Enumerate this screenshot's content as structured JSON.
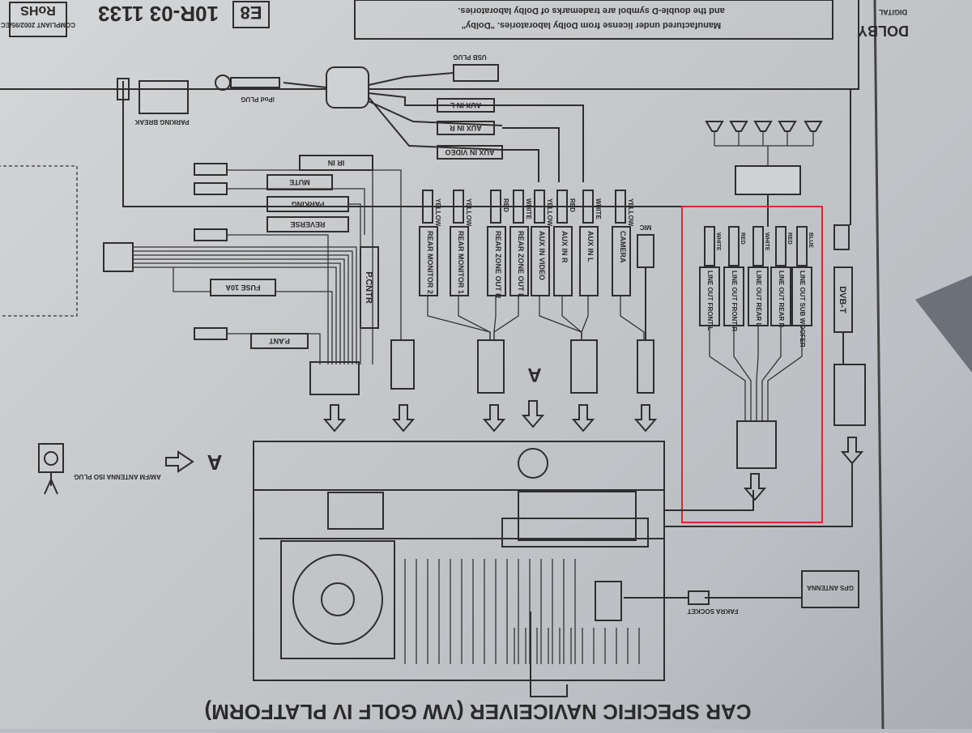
{
  "header": {
    "rohs": "RoHS",
    "rohs_sub": "COMPLIANT 2002/95/EC",
    "model_code": "10R-03 1133",
    "e_mark": "E8",
    "dolby_note_1": "Manufactured under license from Dolby laboratories. \"Dolby\"",
    "dolby_note_2": "and the double-D symbol are trademarks of Dolby laboratories.",
    "dolby_logo": "DOLBY",
    "dolby_sub": "DIGITAL"
  },
  "top_plugs": {
    "usb": "USB PLUG",
    "ipod": "iPod PLUG",
    "parking_break": "PARKING BREAK",
    "aux_in_l": "AUX IN L",
    "aux_in_r": "AUX IN R",
    "aux_in_video": "AUX IN VIDEO"
  },
  "harness_labels": {
    "ir_in": "IR IN",
    "mute": "MUTE",
    "parking": "PARKING",
    "reverse": "REVERSE",
    "fuse": "FUSE 10A",
    "p_ant": "P.ANT",
    "p_cntr": "P.CNTR"
  },
  "rca_groups": [
    {
      "color": "YELLOW",
      "label": "REAR MONITOR 2"
    },
    {
      "color": "YELLOW",
      "label": "REAR MONITOR 1"
    },
    {
      "color": "RED",
      "label": "REAR ZONE OUT R"
    },
    {
      "color": "WHITE",
      "label": "REAR ZONE OUT L"
    },
    {
      "color": "YELLOW",
      "label": "AUX IN VIDEO"
    },
    {
      "color": "RED",
      "label": "AUX IN R"
    },
    {
      "color": "WHITE",
      "label": "AUX IN L"
    },
    {
      "color": "YELLOW",
      "label": "CAMERA"
    }
  ],
  "mic": "MIC",
  "line_out": [
    {
      "color": "WHITE",
      "label": "LINE OUT FRONT L"
    },
    {
      "color": "RED",
      "label": "LINE OUT FRONT R"
    },
    {
      "color": "WHITE",
      "label": "LINE OUT REAR L"
    },
    {
      "color": "RED",
      "label": "LINE OUT REAR R"
    },
    {
      "color": "BLUE",
      "label": "LINE OUT SUB WOOFER"
    }
  ],
  "dvbt": "DVB-T",
  "marker_a": "A",
  "antenna": "AM/FM ANTENNA ISO PLUG",
  "gps": "GPS ANTENNA",
  "fakra": "FAKRA SOCKET",
  "footer_title": "CAR SPECIFIC NAVICEIVER (VW GOLF IV PLATFORM)",
  "colors": {
    "highlight": "#e0282c",
    "ink": "#2e2e2e"
  }
}
